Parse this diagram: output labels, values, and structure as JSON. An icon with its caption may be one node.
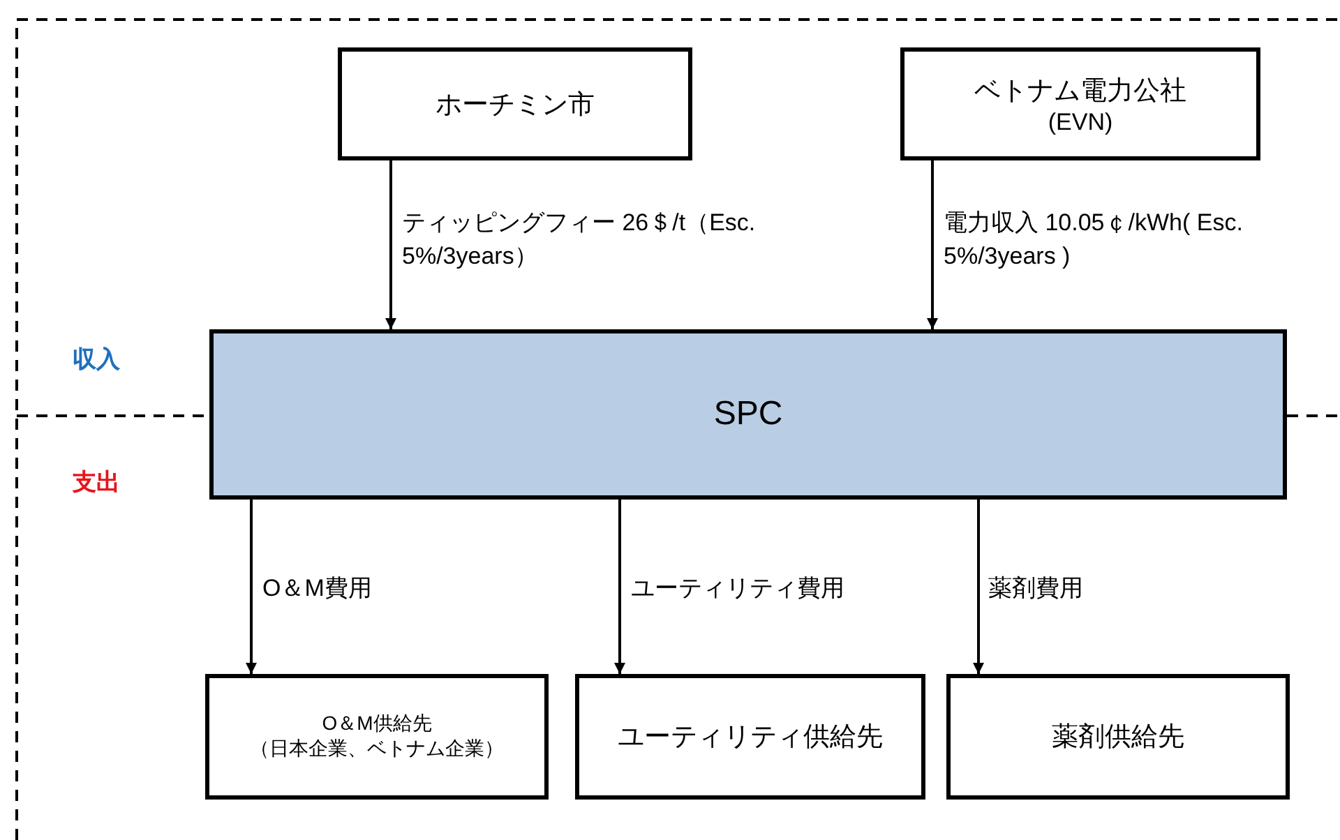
{
  "diagram": {
    "nodes": [
      {
        "text": [
          "ホーチミン市"
        ]
      },
      {
        "text": [
          "ベトナム電力公社",
          "(EVN)"
        ]
      },
      {
        "text": [
          "SPC"
        ]
      },
      {
        "text": [
          "O＆M供給先",
          "（日本企業、ベトナム企業）"
        ]
      },
      {
        "text": [
          "ユーティリティ供給先"
        ]
      },
      {
        "text": [
          "薬剤供給先"
        ]
      }
    ],
    "edges": [
      {
        "from": 0,
        "to": 2,
        "arrow": "to",
        "label": "ティッピングフィー 26＄/t（Esc. 5%/3years）"
      },
      {
        "from": 1,
        "to": 2,
        "arrow": "to",
        "label": "電力収入 10.05￠/kWh( Esc. 5%/3years )"
      },
      {
        "from": 2,
        "to": 3,
        "arrow": "to",
        "label": "O＆M費用"
      },
      {
        "from": 2,
        "to": 4,
        "arrow": "to",
        "label": "ユーティリティ費用"
      },
      {
        "from": 2,
        "to": 5,
        "arrow": "to",
        "label": "薬剤費用"
      }
    ],
    "labels": [
      "収入",
      "支出"
    ]
  }
}
